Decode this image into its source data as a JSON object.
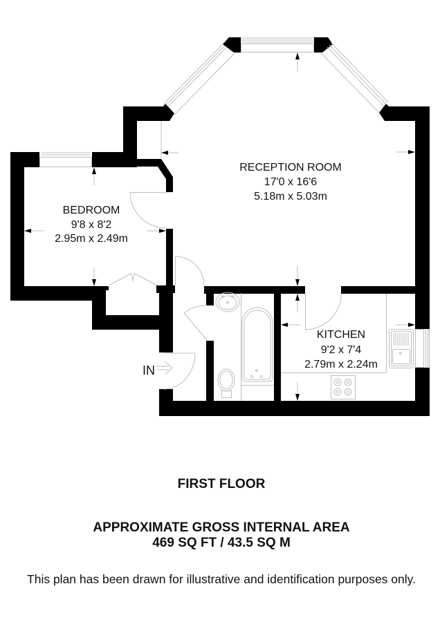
{
  "plan": {
    "rooms": [
      {
        "name": "RECEPTION ROOM",
        "imperial": "17'0 x 16'6",
        "metric": "5.18m x 5.03m"
      },
      {
        "name": "BEDROOM",
        "imperial": "9'8 x 8'2",
        "metric": "2.95m x 2.49m"
      },
      {
        "name": "KITCHEN",
        "imperial": "9'2 x 7'4",
        "metric": "2.79m x 2.24m"
      }
    ],
    "entrance_label": "IN"
  },
  "footer": {
    "floor": "FIRST FLOOR",
    "area_title": "APPROXIMATE GROSS INTERNAL AREA",
    "area_value": "469 SQ FT / 43.5 SQ M",
    "disclaimer": "This plan has been drawn for illustrative and identification purposes only."
  },
  "colors": {
    "wall": "#000000",
    "fixture_line": "#bdbdbd",
    "background": "#ffffff",
    "text": "#111111"
  }
}
